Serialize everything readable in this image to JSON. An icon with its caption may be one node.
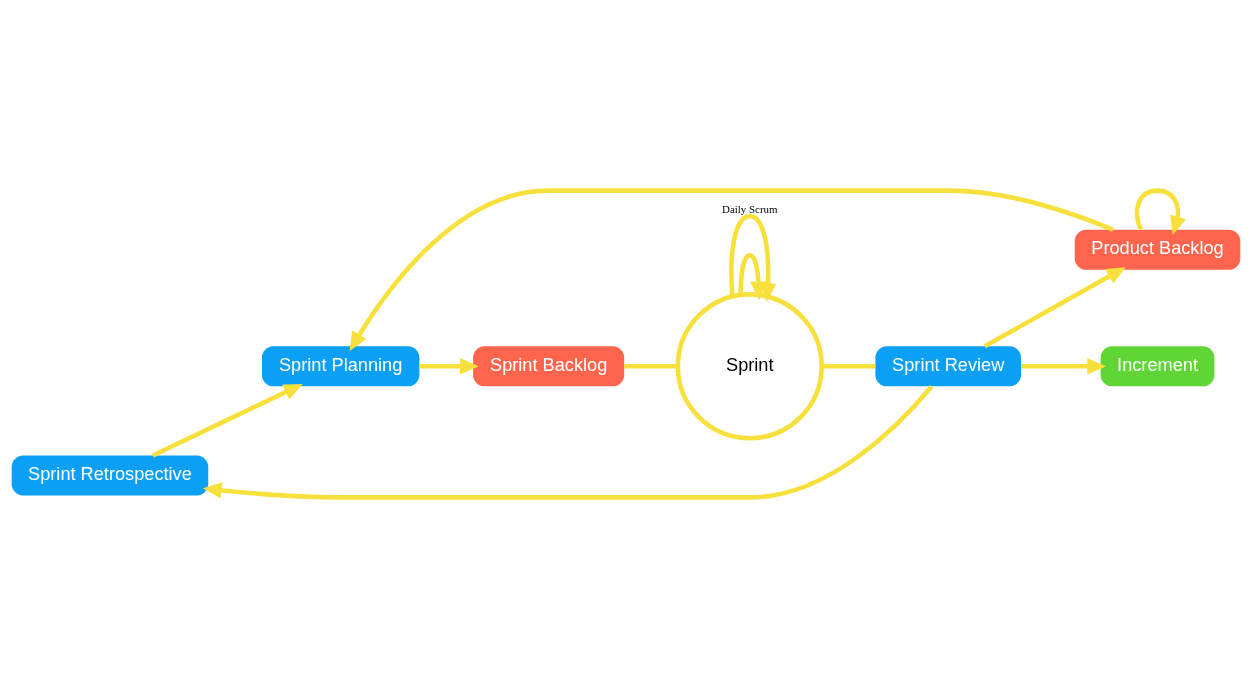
{
  "diagram": {
    "nodes": [
      {
        "text": [
          "Sprint Retrospective"
        ]
      },
      {
        "text": [
          "Sprint Planning"
        ]
      },
      {
        "text": [
          "Sprint Backlog"
        ]
      },
      {
        "text": [
          "Sprint"
        ]
      },
      {
        "text": [
          "Sprint Review"
        ]
      },
      {
        "text": [
          "Increment"
        ]
      },
      {
        "text": [
          "Product Backlog"
        ]
      }
    ],
    "edges": [
      {
        "from": 0,
        "to": 1,
        "arrow": "to"
      },
      {
        "from": 1,
        "to": 2,
        "arrow": "to"
      },
      {
        "from": 2,
        "to": 3,
        "arrow": "none"
      },
      {
        "from": 3,
        "to": 3,
        "arrow": "to"
      },
      {
        "from": 3,
        "to": 3,
        "arrow": "to",
        "label": "Daily Scrum"
      },
      {
        "from": 3,
        "to": 4,
        "arrow": "none"
      },
      {
        "from": 4,
        "to": 0,
        "arrow": "to"
      },
      {
        "from": 4,
        "to": 5,
        "arrow": "to"
      },
      {
        "from": 4,
        "to": 6,
        "arrow": "to"
      },
      {
        "from": 6,
        "to": 1,
        "arrow": "to"
      },
      {
        "from": 6,
        "to": 6,
        "arrow": "to"
      }
    ]
  }
}
